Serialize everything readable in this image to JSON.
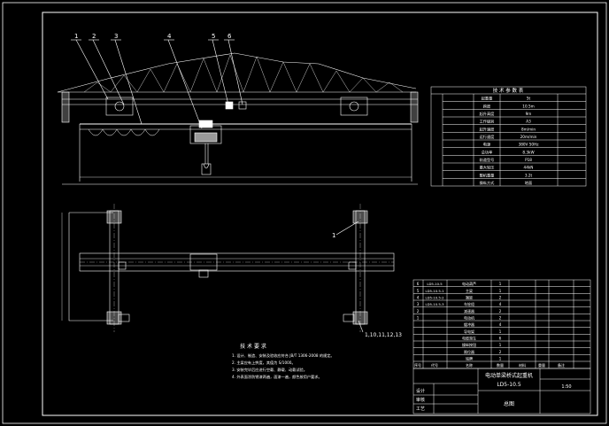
{
  "callouts": {
    "top_numbers": [
      "1",
      "2",
      "3",
      "4",
      "5",
      "6"
    ],
    "plan_label": "1",
    "plan_bottom": "1,10,11,12,13"
  },
  "spec_table": {
    "title": "技 术 参 数 表",
    "rows": [
      [
        "起重量",
        "5t"
      ],
      [
        "跨度",
        "10.5m"
      ],
      [
        "起升高度",
        "9m"
      ],
      [
        "工作级别",
        "A3"
      ],
      [
        "起升速度",
        "8m/min"
      ],
      [
        "运行速度",
        "20m/min"
      ],
      [
        "电源",
        "380V 50Hz"
      ],
      [
        "总功率",
        "8.3kW"
      ],
      [
        "轨道型号",
        "P18"
      ],
      [
        "最大轮压",
        "44kN"
      ],
      [
        "整机重量",
        "3.2t"
      ],
      [
        "操纵方式",
        "地面"
      ]
    ]
  },
  "tech_requirements": {
    "title": "技 术 要 求",
    "items": [
      "1. 设计、制造、安装及验收应符合 JB/T 1306-2008 的规定。",
      "2. 主梁应有上拱度，其值为 S/1000。",
      "3. 安装完毕后应进行空载、静载、动载试验。",
      "4. 外表面涂防锈漆两遍，面漆一遍，颜色按用户要求。"
    ]
  },
  "parts_list": {
    "rows": [
      [
        "6",
        "LD5-10.5",
        "电动葫芦",
        "1"
      ],
      [
        "5",
        "LD5-10.5-1",
        "主梁",
        "1"
      ],
      [
        "4",
        "LD5-10.5-2",
        "端梁",
        "2"
      ],
      [
        "3",
        "LD5-10.5-3",
        "车轮组",
        "4"
      ],
      [
        "2",
        "",
        "减速器",
        "2"
      ],
      [
        "1",
        "",
        "电动机",
        "2"
      ],
      [
        "",
        "",
        "缓冲器",
        "4"
      ],
      [
        "",
        "",
        "导电架",
        "1"
      ],
      [
        "",
        "",
        "电缆滑车",
        "6"
      ],
      [
        "",
        "",
        "操纵按钮",
        "1"
      ],
      [
        "",
        "",
        "限位器",
        "2"
      ],
      [
        "",
        "",
        "铭牌",
        "1"
      ]
    ],
    "header": [
      "序号",
      "代号",
      "名称",
      "数量",
      "材料",
      "重量",
      "备注"
    ]
  },
  "title_block": {
    "drawing_title": "电动单梁桥式起重机",
    "drawing_subtitle": "LD5-10.5",
    "drawing_no": "总图",
    "row_labels": [
      "设计",
      "审核",
      "工艺"
    ],
    "scale": "1:50"
  }
}
